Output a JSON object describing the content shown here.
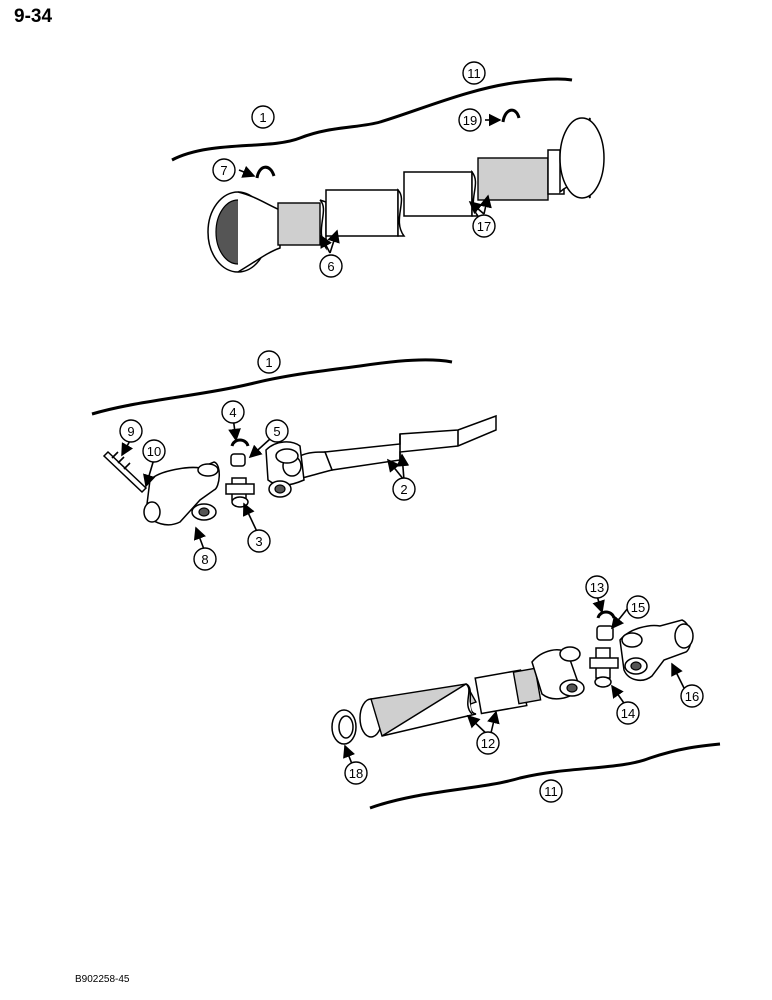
{
  "page": {
    "page_number": "9-34",
    "figure_code": "B902258-45"
  },
  "callouts": {
    "c1_top": "1",
    "c11_top": "11",
    "c19": "19",
    "c7": "7",
    "c6": "6",
    "c17": "17",
    "c1_mid": "1",
    "c9": "9",
    "c10": "10",
    "c4": "4",
    "c5": "5",
    "c2": "2",
    "c3": "3",
    "c8": "8",
    "c13": "13",
    "c15": "15",
    "c14": "14",
    "c16": "16",
    "c12": "12",
    "c18": "18",
    "c11_bottom": "11"
  }
}
